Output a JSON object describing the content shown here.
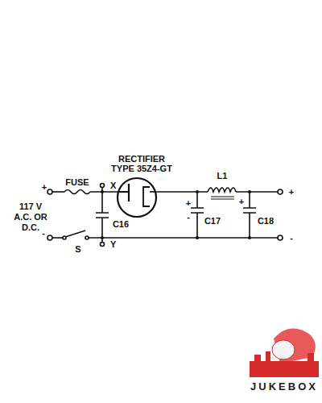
{
  "diagram": {
    "labels": [
      "RECTIFIER",
      "TYPE 35Z4-GT",
      "FUSE",
      "X",
      "+",
      "117 V",
      "A.C. OR",
      "D.C.",
      "-",
      "S",
      "C16",
      "Y",
      "L1",
      "+",
      "-",
      "C17",
      "+",
      "C18",
      "+",
      "-",
      "JUKEBOX"
    ]
  }
}
